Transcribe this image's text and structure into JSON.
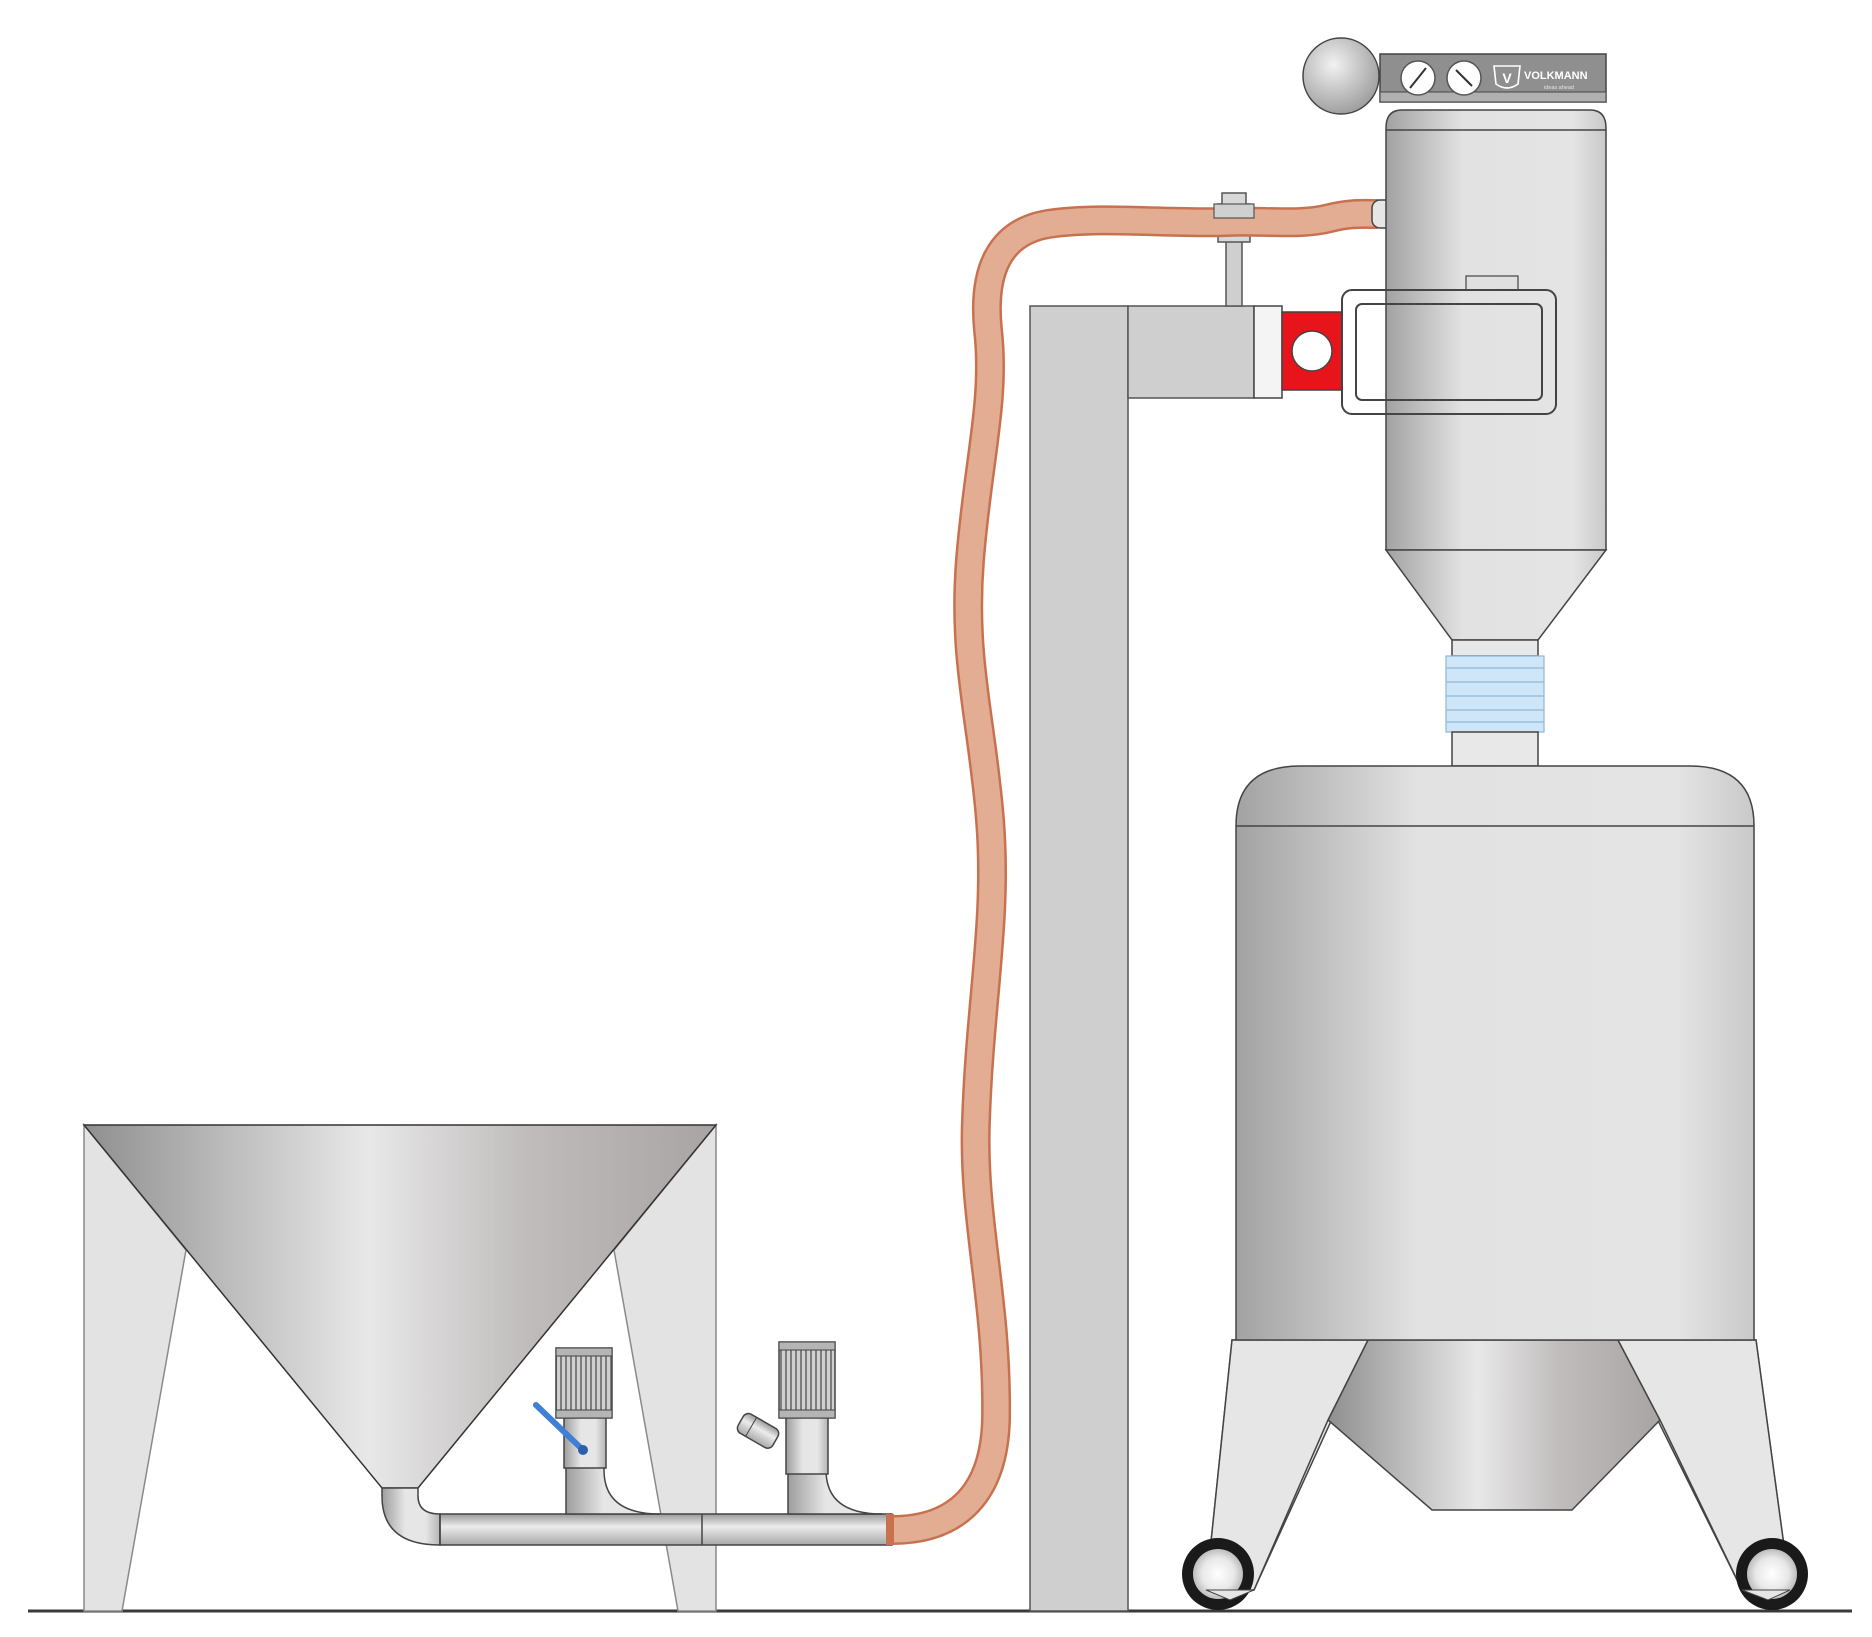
{
  "brand": {
    "name": "VOLKMANN",
    "tagline": "ideas ahead",
    "logo_letter": "V"
  },
  "colors": {
    "hose": "#e0aa90",
    "hose_edge": "#c8714f",
    "steel_light": "#ececec",
    "steel_dark": "#9c9c9c",
    "frame": "#cfcfcf",
    "clamp_red": "#e8141b",
    "bellows": "#cfe6f8",
    "lever_blue": "#3f7fd6",
    "outline": "#4a4a4a"
  },
  "components": [
    {
      "id": "feed-hopper",
      "icon": "hopper-icon"
    },
    {
      "id": "suction-inlet",
      "icon": "air-filter-icon"
    },
    {
      "id": "conveying-hose",
      "icon": "hose-icon"
    },
    {
      "id": "support-frame",
      "icon": "frame-icon"
    },
    {
      "id": "vacuum-receiver",
      "icon": "receiver-icon"
    },
    {
      "id": "control-box",
      "icon": "gauge-icon"
    },
    {
      "id": "receiving-container",
      "icon": "container-icon"
    }
  ]
}
